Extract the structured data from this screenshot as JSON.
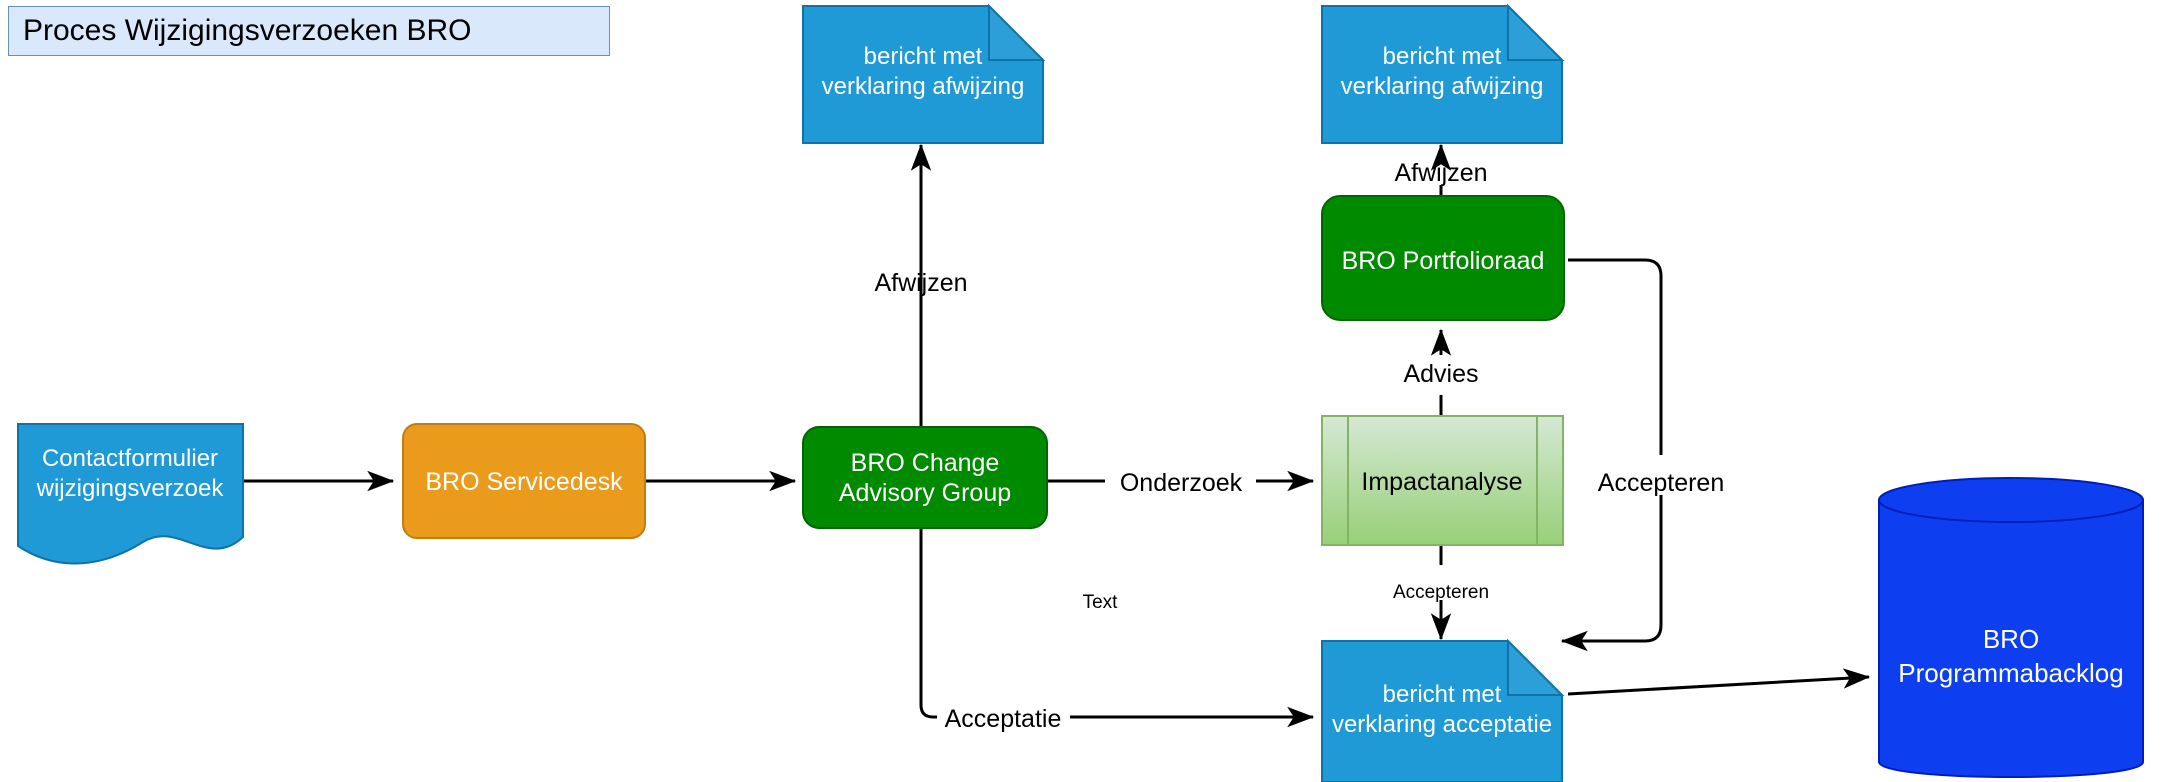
{
  "page": {
    "title": "Proces Wijzigingsverzoeken BRO",
    "background": "#ffffff"
  },
  "colors": {
    "title_fill": "#dae8fc",
    "title_stroke": "#6c8ebf",
    "blue_note": "#1f9ad6",
    "blue_note_stroke": "#1073a8",
    "orange": "#eb9b1c",
    "orange_stroke": "#c07d12",
    "green": "#008a00",
    "green_stroke": "#006600",
    "light_green_top": "#d5e8d4",
    "light_green_bottom": "#97d077",
    "light_green_stroke": "#82b366",
    "database_blue": "#0d3ff0",
    "database_stroke": "#001dbc",
    "edge": "#000000"
  },
  "nodes": [
    {
      "id": "contactformulier",
      "name": "contactformulier-node",
      "shape": "document",
      "label_lines": [
        "Contactformulier",
        "wijzigingsverzoek"
      ]
    },
    {
      "id": "servicedesk",
      "name": "bro-servicedesk-node",
      "shape": "rounded-rect",
      "label_lines": [
        "BRO Servicedesk"
      ]
    },
    {
      "id": "cab",
      "name": "bro-change-advisory-group-node",
      "shape": "rounded-rect",
      "label_lines": [
        "BRO Change",
        "Advisory Group"
      ]
    },
    {
      "id": "impactanalyse",
      "name": "impactanalyse-node",
      "shape": "predefined-process",
      "label_lines": [
        "Impactanalyse"
      ]
    },
    {
      "id": "portfolioraad",
      "name": "bro-portfolioraad-node",
      "shape": "rounded-rect",
      "label_lines": [
        "BRO Portfolioraad"
      ]
    },
    {
      "id": "note_afwijzing_left",
      "name": "note-verklaring-afwijzing-left",
      "shape": "note",
      "label_lines": [
        "bericht met",
        "verklaring afwijzing"
      ]
    },
    {
      "id": "note_afwijzing_right",
      "name": "note-verklaring-afwijzing-right",
      "shape": "note",
      "label_lines": [
        "bericht met",
        "verklaring afwijzing"
      ]
    },
    {
      "id": "note_acceptatie",
      "name": "note-verklaring-acceptatie",
      "shape": "note",
      "label_lines": [
        "bericht met",
        "verklaring acceptatie"
      ]
    },
    {
      "id": "backlog",
      "name": "bro-programmabacklog-database",
      "shape": "cylinder",
      "label_lines": [
        "BRO",
        "Programmabacklog"
      ]
    }
  ],
  "edge_labels": {
    "afwijzen_left": "Afwijzen",
    "afwijzen_right": "Afwijzen",
    "advies": "Advies",
    "onderzoek": "Onderzoek",
    "accepteren_right": "Accepteren",
    "accepteren_down": "Accepteren",
    "acceptatie": "Acceptatie",
    "text": "Text"
  }
}
